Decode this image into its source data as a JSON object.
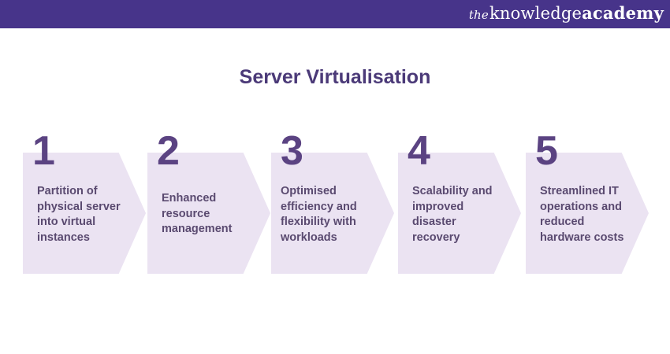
{
  "header": {
    "brand_the": "the",
    "brand_knowledge": "knowledge",
    "brand_academy": "academy"
  },
  "title": "Server Virtualisation",
  "steps": [
    {
      "number": "1",
      "text": "Partition of physical server into virtual instances"
    },
    {
      "number": "2",
      "text": "Enhanced resource management"
    },
    {
      "number": "3",
      "text": "Optimised efficiency and flexibility with workloads"
    },
    {
      "number": "4",
      "text": "Scalability and improved disaster recovery"
    },
    {
      "number": "5",
      "text": "Streamlined IT operations and reduced hardware costs"
    }
  ],
  "colors": {
    "header_bg": "#47348a",
    "title": "#4b3a78",
    "chevron_fill": "#ebe3f2",
    "number": "#5b4382",
    "step_text": "#5a4a70"
  }
}
